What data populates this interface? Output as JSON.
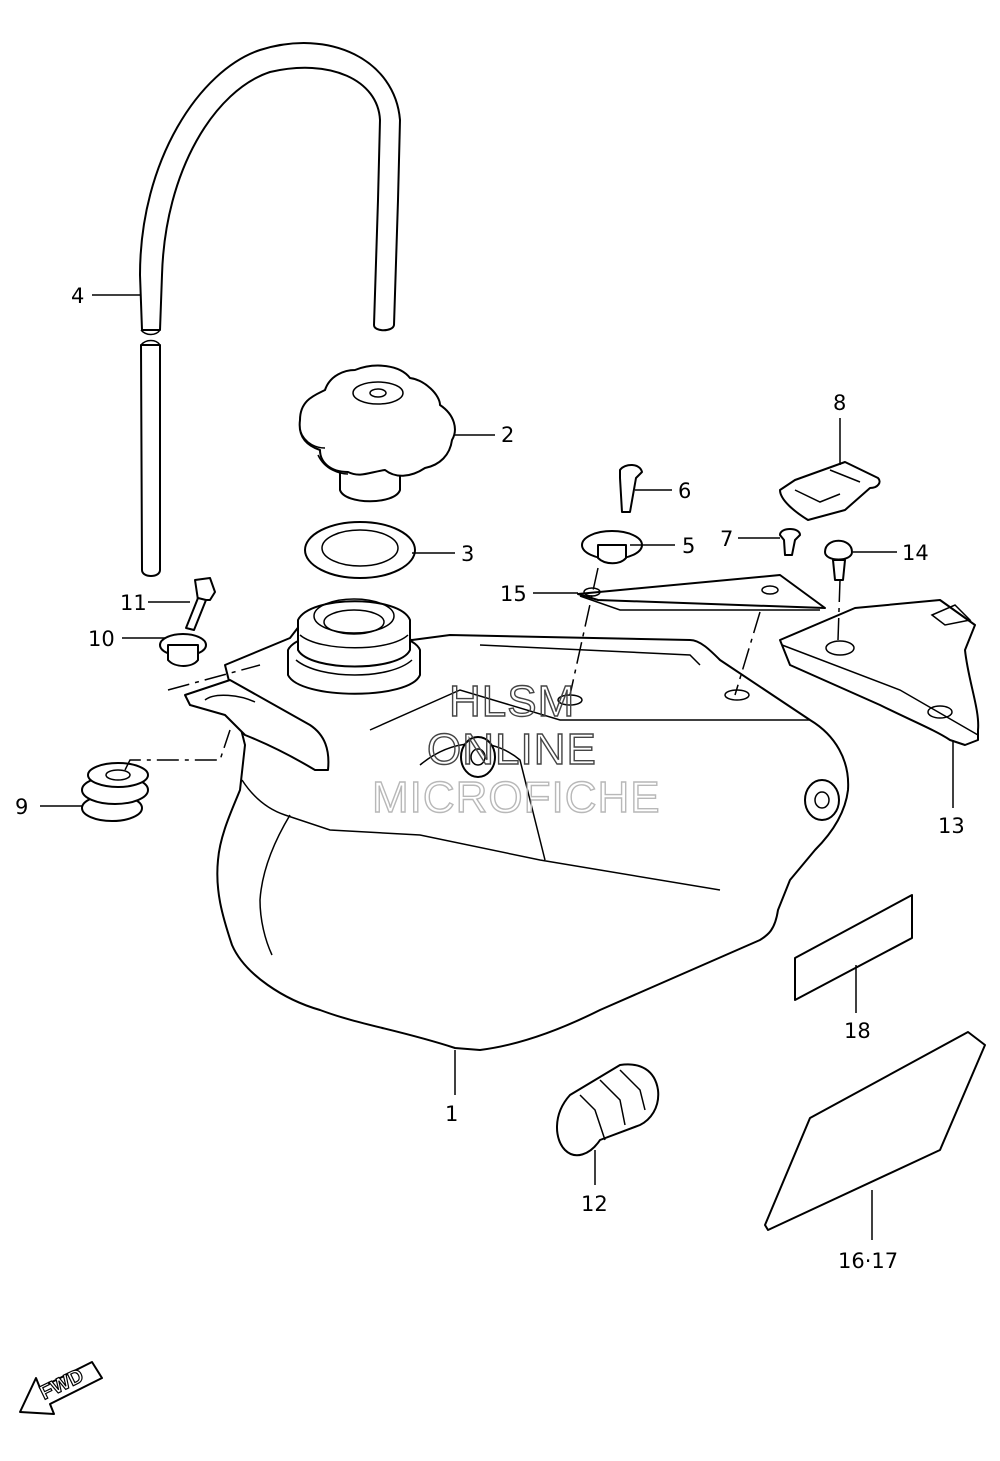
{
  "callouts": {
    "p1": "1",
    "p2": "2",
    "p3": "3",
    "p4": "4",
    "p5": "5",
    "p6": "6",
    "p7": "7",
    "p8": "8",
    "p9": "9",
    "p10": "10",
    "p11": "11",
    "p12": "12",
    "p13": "13",
    "p14": "14",
    "p15": "15",
    "p16_17": "16·17",
    "p18": "18"
  },
  "watermark": {
    "line1": "HLSM",
    "line2": "ONLINE",
    "line3": "MICROFICHE"
  },
  "direction_badge": "FWD"
}
